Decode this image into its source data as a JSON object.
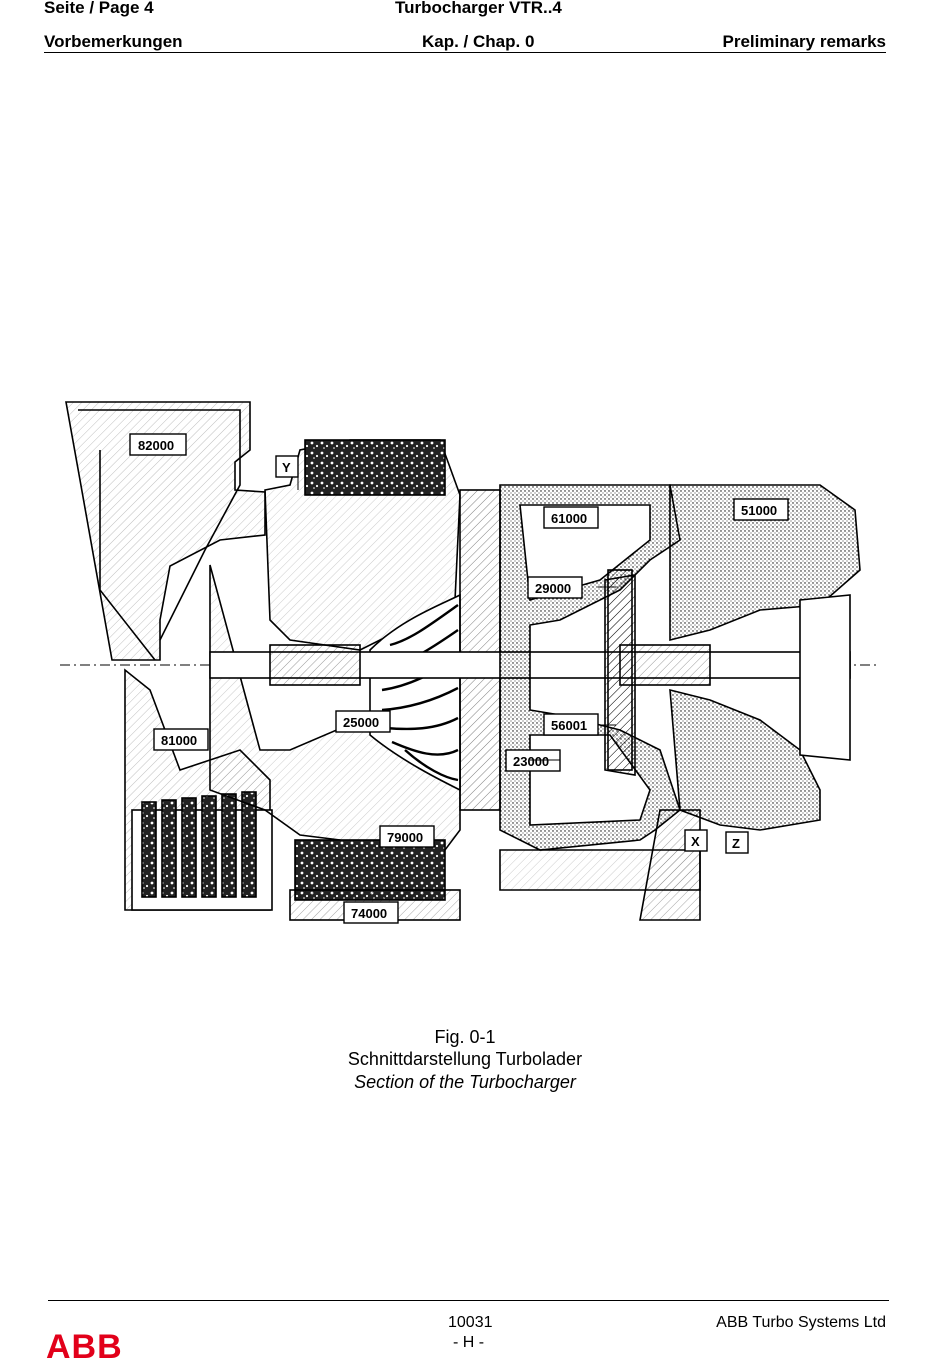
{
  "header": {
    "page_label": "Seite / Page  4",
    "product": "Turbocharger VTR..4",
    "section_de": "Vorbemerkungen",
    "chapter": "Kap. / Chap. 0",
    "section_en": "Preliminary remarks"
  },
  "figure": {
    "number": "Fig. 0-1",
    "caption_de": "Schnittdarstellung Turbolader",
    "caption_en": "Section of the Turbocharger",
    "part_labels": [
      "82000",
      "Y",
      "61000",
      "51000",
      "29000",
      "25000",
      "56001",
      "81000",
      "23000",
      "79000",
      "X",
      "Z",
      "74000"
    ]
  },
  "footer": {
    "doc_number": "10031",
    "revision": "- H -",
    "company": "ABB Turbo Systems Ltd",
    "logo_text": "ABB"
  }
}
